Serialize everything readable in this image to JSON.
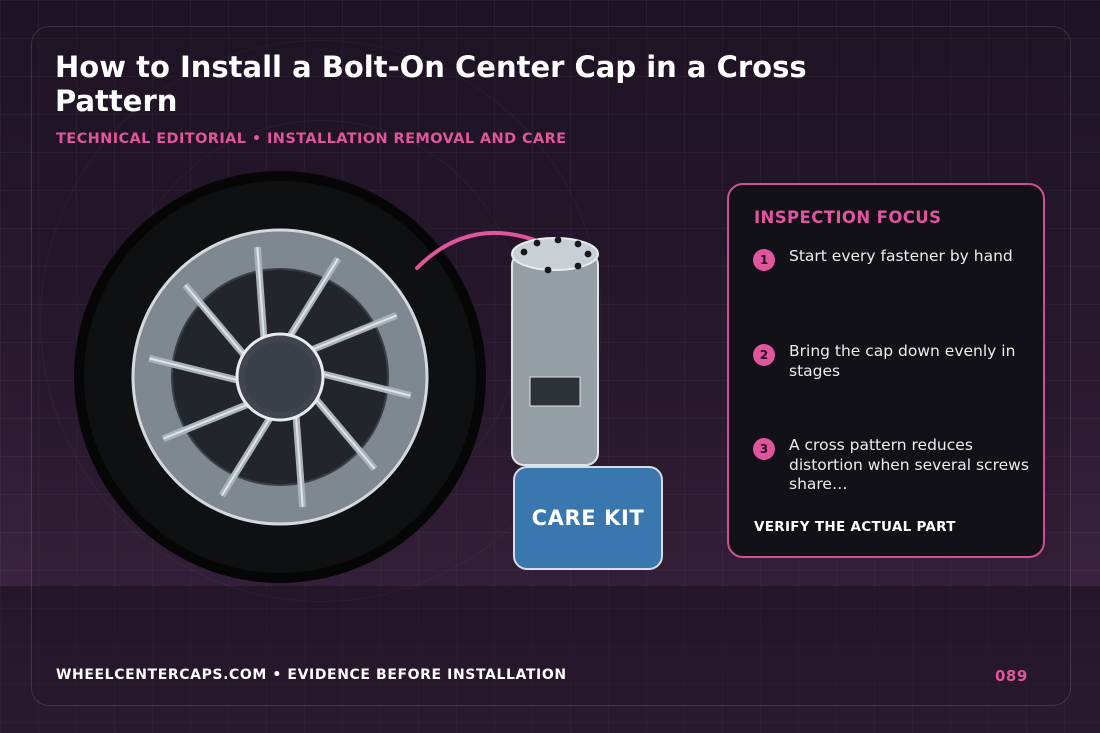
{
  "header": {
    "title": "How to Install a Bolt-On Center Cap in a Cross Pattern",
    "subtitle": "TECHNICAL EDITORIAL • INSTALLATION REMOVAL AND CARE"
  },
  "illustration": {
    "kit_label": "CARE KIT",
    "icons": [
      "wheel-tire-icon",
      "bottle-icon",
      "arc-arrow-icon"
    ]
  },
  "panel": {
    "title": "INSPECTION FOCUS",
    "steps": [
      {
        "num": "1",
        "text": "Start every fastener by hand"
      },
      {
        "num": "2",
        "text": "Bring the cap down evenly in stages"
      },
      {
        "num": "3",
        "text": "A cross pattern reduces distortion when several screws share…"
      }
    ],
    "footer": "VERIFY THE ACTUAL PART"
  },
  "footer": {
    "text": "WHEELCENTERCAPS.COM • EVIDENCE BEFORE INSTALLATION",
    "page": "089"
  },
  "colors": {
    "accent": "#e0559b",
    "background": "#221527",
    "panel": "#121118",
    "kit": "#3a77ae"
  }
}
